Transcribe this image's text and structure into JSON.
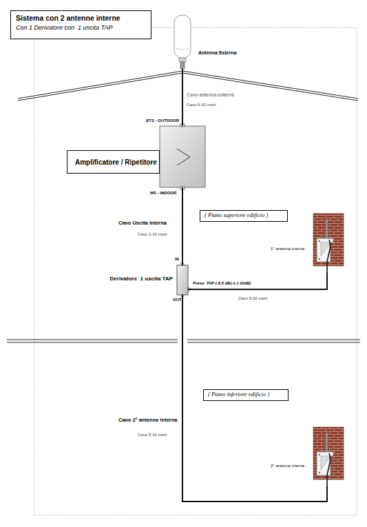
{
  "diagram": {
    "nodes": [
      {
        "text": [
          "Sistema con 2 antenne interne",
          "Con 1 Derivatore con  1 uscita TAP"
        ]
      },
      {
        "text": [
          "Antenna Esterna"
        ]
      },
      {
        "text": [
          "BTS - OUTDOOR",
          "MS - INDOOR"
        ]
      },
      {
        "text": [
          "Amplificatore / Ripetitore"
        ]
      },
      {
        "text": [
          "( Piano superiore edificio )"
        ]
      },
      {
        "text": [
          "1° antenna interna"
        ]
      },
      {
        "text": [
          "Derivatore  1 uscita TAP"
        ]
      },
      {
        "text": [
          "( Piano inferiore edificio )"
        ]
      },
      {
        "text": [
          "2° antenne interna"
        ]
      }
    ],
    "edges": [
      {
        "from": 1,
        "to": 2,
        "arrow": "none"
      },
      {
        "from": 2,
        "to": 6,
        "arrow": "none"
      },
      {
        "from": 6,
        "to": 5,
        "arrow": "none"
      },
      {
        "from": 6,
        "to": 8,
        "arrow": "none"
      }
    ],
    "labels": [
      "Cavo antenna esterna",
      "Cavo 5-10 metri",
      "Cavo Uscita interna",
      "Cavo 1-10 metri",
      "IN",
      "OUT",
      "Presa  TAP (-6,5 dB) o (-10dB)",
      "Cavo 5-10 metri",
      "Cavo 2° antenne interna",
      "Cavo 5-10 metri"
    ]
  }
}
